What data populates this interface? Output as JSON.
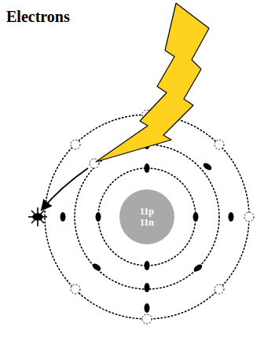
{
  "diagram": {
    "title": "Electrons",
    "nodes": [
      {
        "text": [
          "11p",
          "11n"
        ]
      }
    ]
  }
}
